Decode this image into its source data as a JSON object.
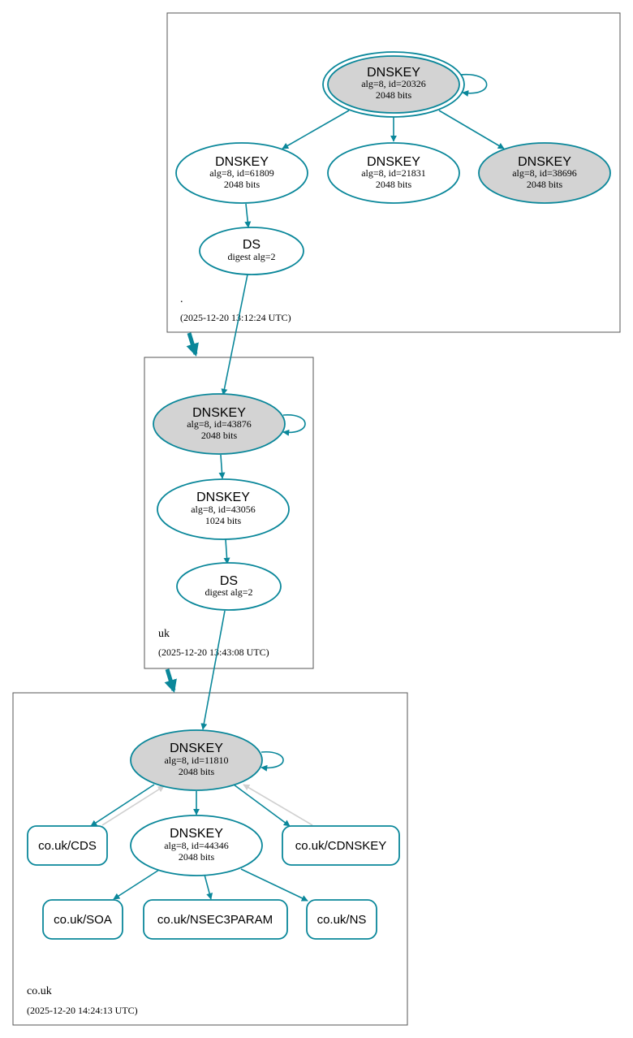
{
  "zones": {
    "root": {
      "name": ".",
      "timestamp": "(2025-12-20 13:12:24 UTC)"
    },
    "uk": {
      "name": "uk",
      "timestamp": "(2025-12-20 13:43:08 UTC)"
    },
    "couk": {
      "name": "co.uk",
      "timestamp": "(2025-12-20 14:24:13 UTC)"
    }
  },
  "nodes": {
    "root_ksk": {
      "title": "DNSKEY",
      "line1": "alg=8, id=20326",
      "line2": "2048 bits"
    },
    "root_zsk1": {
      "title": "DNSKEY",
      "line1": "alg=8, id=61809",
      "line2": "2048 bits"
    },
    "root_zsk2": {
      "title": "DNSKEY",
      "line1": "alg=8, id=21831",
      "line2": "2048 bits"
    },
    "root_zsk3": {
      "title": "DNSKEY",
      "line1": "alg=8, id=38696",
      "line2": "2048 bits"
    },
    "root_ds": {
      "title": "DS",
      "line1": "digest alg=2"
    },
    "uk_ksk": {
      "title": "DNSKEY",
      "line1": "alg=8, id=43876",
      "line2": "2048 bits"
    },
    "uk_zsk": {
      "title": "DNSKEY",
      "line1": "alg=8, id=43056",
      "line2": "1024 bits"
    },
    "uk_ds": {
      "title": "DS",
      "line1": "digest alg=2"
    },
    "couk_ksk": {
      "title": "DNSKEY",
      "line1": "alg=8, id=11810",
      "line2": "2048 bits"
    },
    "couk_zsk": {
      "title": "DNSKEY",
      "line1": "alg=8, id=44346",
      "line2": "2048 bits"
    }
  },
  "rrsets": {
    "cds": "co.uk/CDS",
    "cdnskey": "co.uk/CDNSKEY",
    "soa": "co.uk/SOA",
    "nsec3param": "co.uk/NSEC3PARAM",
    "ns": "co.uk/NS"
  },
  "colors": {
    "edge": "#0a879a",
    "grey_edge": "#d0d0d0",
    "ksk_fill": "#d3d3d3",
    "zsk_fill": "#ffffff"
  }
}
